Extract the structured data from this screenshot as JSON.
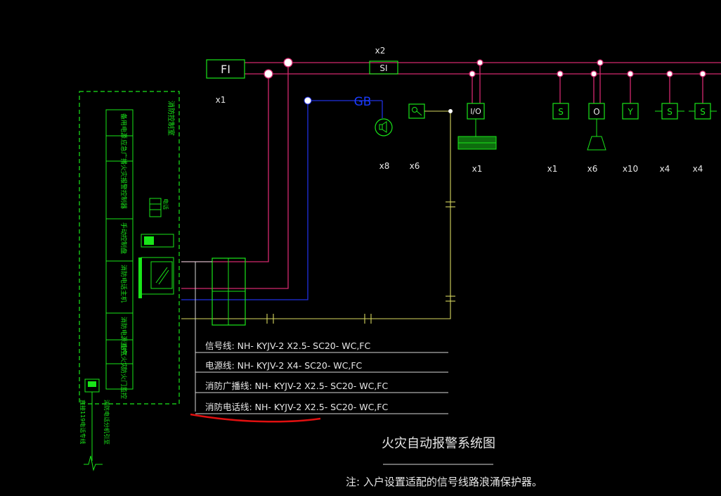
{
  "devices": {
    "fi": {
      "label": "FI",
      "count": "x1"
    },
    "si": {
      "label": "SI",
      "count": "x2"
    },
    "gb": {
      "label": "GB",
      "count": "x8"
    },
    "phone_jack": {
      "count": "x6"
    },
    "io": {
      "label": "I/O",
      "count": "x1"
    },
    "smoke": {
      "label": "S",
      "count": "x1"
    },
    "manual": {
      "label": "O",
      "count": "x6"
    },
    "heat": {
      "label": "Y",
      "count": "x10"
    },
    "sensor_a": {
      "label": "S",
      "count": "x4"
    },
    "sensor_b": {
      "label": "S",
      "count": "x4"
    }
  },
  "control_room": {
    "title": "消防控制室",
    "cells": [
      "备用电源",
      "应急广播",
      "火灾报警控制器",
      "手动控制盘",
      "消防电话主机",
      "消防电源监控",
      "电气火灾",
      "防火门监控"
    ],
    "phone_label": "电话",
    "external_label": "直接119电话专线",
    "external_label2": "消防电话分机引至"
  },
  "cable_notes": [
    "信号线: NH- KYJV-2 X2.5- SC20- WC,FC",
    "电源线: NH- KYJV-2 X4- SC20- WC,FC",
    "消防广播线: NH- KYJV-2 X2.5- SC20- WC,FC",
    "消防电话线: NH- KYJV-2 X2.5- SC20- WC,FC"
  ],
  "caption": "火灾自动报警系统图",
  "note": "注: 入户设置适配的信号线路浪涌保护器。",
  "colors": {
    "pink": "#d4286e",
    "green": "#19e619",
    "blue": "#2030e0",
    "white": "#e8e8e8",
    "red": "#e01010",
    "yellow": "#d8d860"
  }
}
